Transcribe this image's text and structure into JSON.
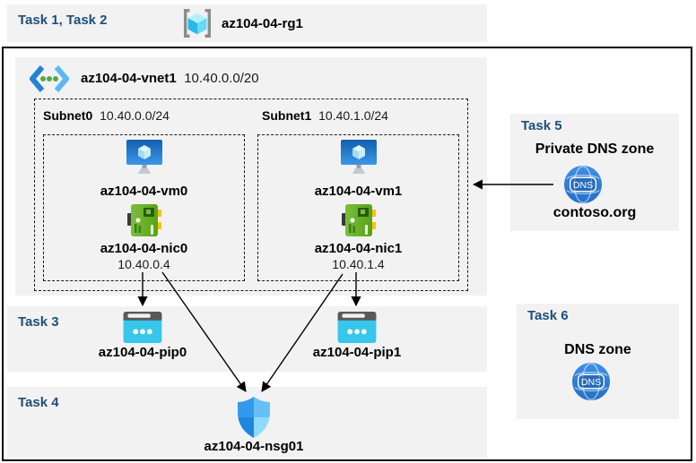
{
  "header": {
    "task_label": "Task 1, Task 2",
    "resource_group_name": "az104-04-rg1"
  },
  "vnet": {
    "name": "az104-04-vnet1",
    "cidr": "10.40.0.0/20",
    "subnets": [
      {
        "name": "Subnet0",
        "cidr": "10.40.0.0/24",
        "vm": "az104-04-vm0",
        "nic": "az104-04-nic0",
        "ip": "10.40.0.4"
      },
      {
        "name": "Subnet1",
        "cidr": "10.40.1.0/24",
        "vm": "az104-04-vm1",
        "nic": "az104-04-nic1",
        "ip": "10.40.1.4"
      }
    ]
  },
  "task3": {
    "label": "Task 3",
    "pip0": "az104-04-pip0",
    "pip1": "az104-04-pip1"
  },
  "task4": {
    "label": "Task 4",
    "nsg": "az104-04-nsg01"
  },
  "task5": {
    "label": "Task 5",
    "title": "Private DNS zone",
    "zone": "contoso.org",
    "icon_text": "DNS"
  },
  "task6": {
    "label": "Task 6",
    "title": "DNS zone",
    "icon_text": "DNS"
  },
  "colors": {
    "task_label_blue": "#1F4E79",
    "box_gray": "#F2F2F2",
    "frame_black": "#000000",
    "vm_blue": "#2B7FD0",
    "nic_green": "#6FB32B",
    "pip_cyan": "#37C6EC",
    "nsg_blue": "#3399EC",
    "dns_blue": "#2F7FD4",
    "rg_cyan": "#31C7F0",
    "vnet_dot_green": "#57A44C"
  }
}
